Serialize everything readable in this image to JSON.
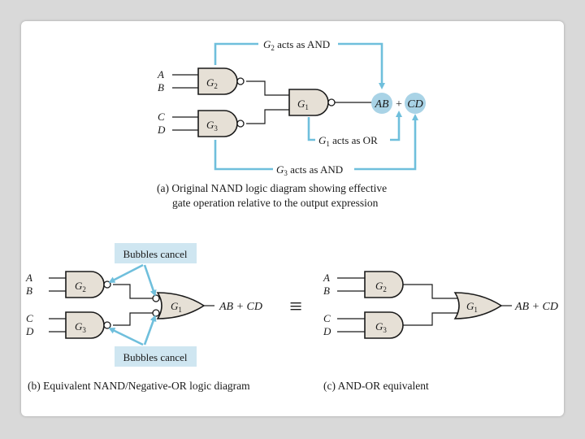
{
  "diagram_a": {
    "inputs": [
      "A",
      "B",
      "C",
      "D"
    ],
    "gates": {
      "g2": "G",
      "g2_sub": "2",
      "g3": "G",
      "g3_sub": "3",
      "g1": "G",
      "g1_sub": "1"
    },
    "output_ab": "AB",
    "output_plus": "+",
    "output_cd": "CD",
    "note_g2": "acts as AND",
    "note_g1": "acts as OR",
    "note_g3": "acts as AND",
    "caption_line1": "(a) Original NAND logic diagram showing effective",
    "caption_line2": "gate operation relative to the output expression"
  },
  "diagram_b": {
    "inputs": [
      "A",
      "B",
      "C",
      "D"
    ],
    "gates": {
      "g2": "G",
      "g2_sub": "2",
      "g3": "G",
      "g3_sub": "3",
      "g1": "G",
      "g1_sub": "1"
    },
    "output": "AB + CD",
    "callout_top": "Bubbles cancel",
    "callout_bottom": "Bubbles cancel",
    "caption": "(b) Equivalent NAND/Negative-OR logic diagram"
  },
  "equivalence_symbol": "≡",
  "diagram_c": {
    "inputs": [
      "A",
      "B",
      "C",
      "D"
    ],
    "gates": {
      "g2": "G",
      "g2_sub": "2",
      "g3": "G",
      "g3_sub": "3",
      "g1": "G",
      "g1_sub": "1"
    },
    "output": "AB + CD",
    "caption": "(c) AND-OR equivalent"
  },
  "colors": {
    "arrow": "#6fbfdc",
    "gate_fill": "#e6e0d6",
    "callout": "#cfe6f1",
    "highlight": "#a9d3e6"
  }
}
